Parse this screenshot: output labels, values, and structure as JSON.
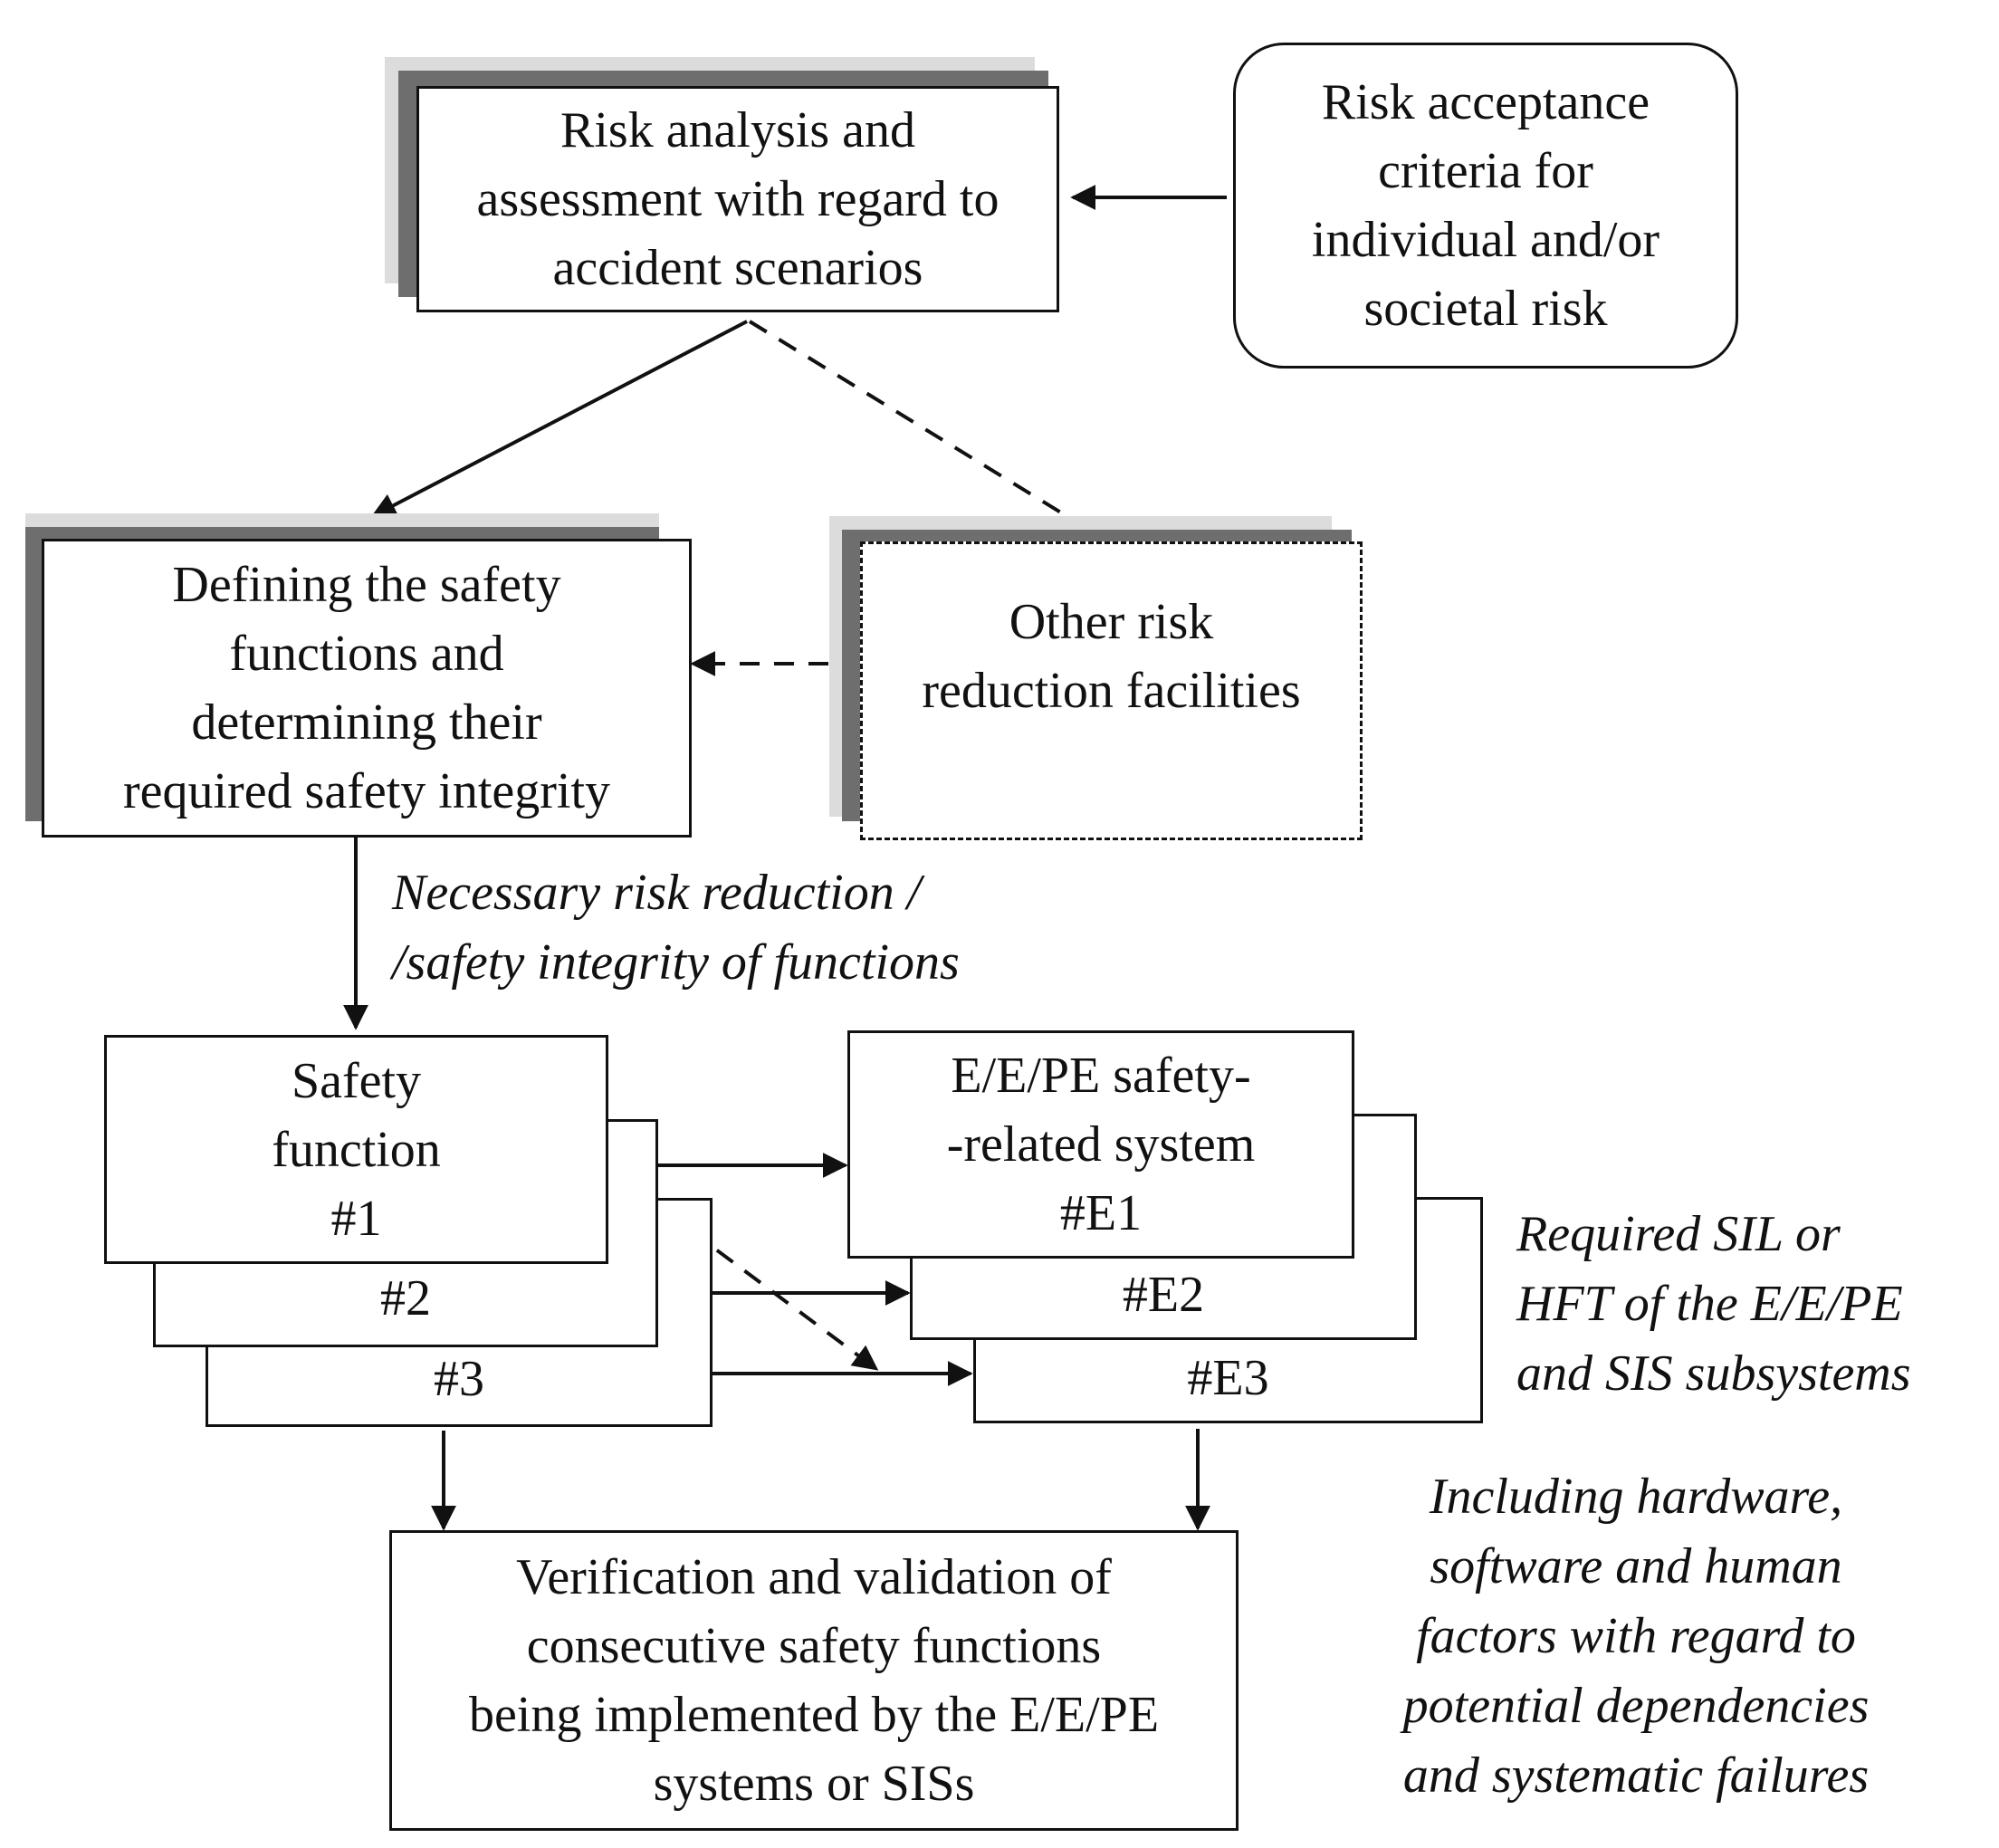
{
  "nodes": {
    "risk_analysis": "Risk analysis and\nassessment with regard to\naccident scenarios",
    "risk_acceptance": "Risk acceptance\ncriteria for\nindividual and/or\nsocietal risk",
    "defining_safety": "Defining the safety\nfunctions and\ndetermining their\nrequired safety integrity",
    "other_risk": "Other risk\nreduction facilities",
    "safety_function_1": "Safety\nfunction\n#1",
    "safety_function_2": "#2",
    "safety_function_3": "#3",
    "eepe_1": "E/E/PE safety-\n-related system\n#E1",
    "eepe_2": "#E2",
    "eepe_3": "#E3",
    "verification": "Verification and validation of\nconsecutive safety functions\nbeing implemented by the E/E/PE\nsystems or SISs"
  },
  "notes": {
    "necessary_risk": "Necessary risk reduction /\n/safety integrity of functions",
    "required_sil": "Required SIL or\nHFT of the E/E/PE\nand SIS subsystems",
    "including_hardware": "Including hardware,\nsoftware and human\nfactors with regard to\npotential dependencies\nand systematic failures"
  },
  "colors": {
    "line": "#111111",
    "shadow_dark": "#6e6e6e",
    "shadow_light": "#dcdcdc"
  }
}
